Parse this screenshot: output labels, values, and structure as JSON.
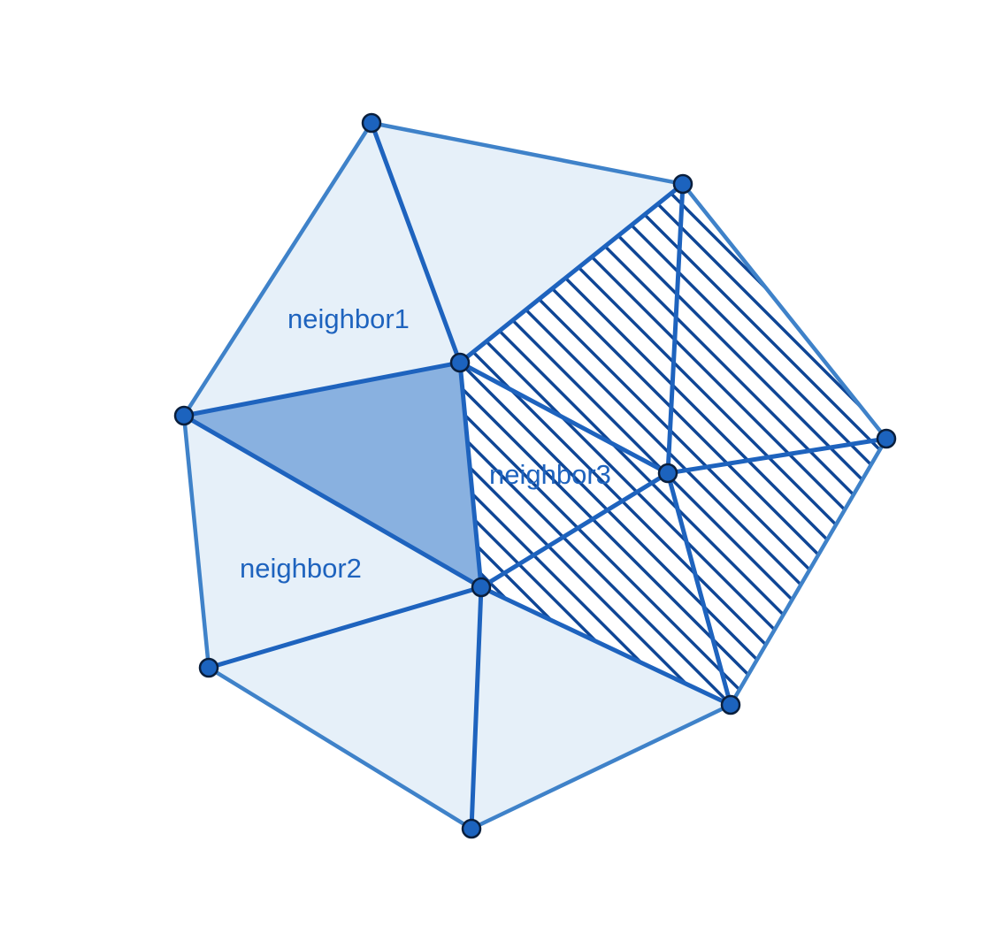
{
  "colors": {
    "background": "#ffffff",
    "light_fill": "#e6f0f9",
    "center_fill": "#89b1e0",
    "edge": "#1e63be",
    "outer_edge": "#3f82c9",
    "hatch": "#0f4696",
    "vertex_fill": "#1c63be",
    "vertex_stroke": "#0a1f3d",
    "label": "#1e63be"
  },
  "labels": {
    "neighbor1": "neighbor1",
    "neighbor2": "neighbor2",
    "neighbor3": "neighbor3"
  }
}
